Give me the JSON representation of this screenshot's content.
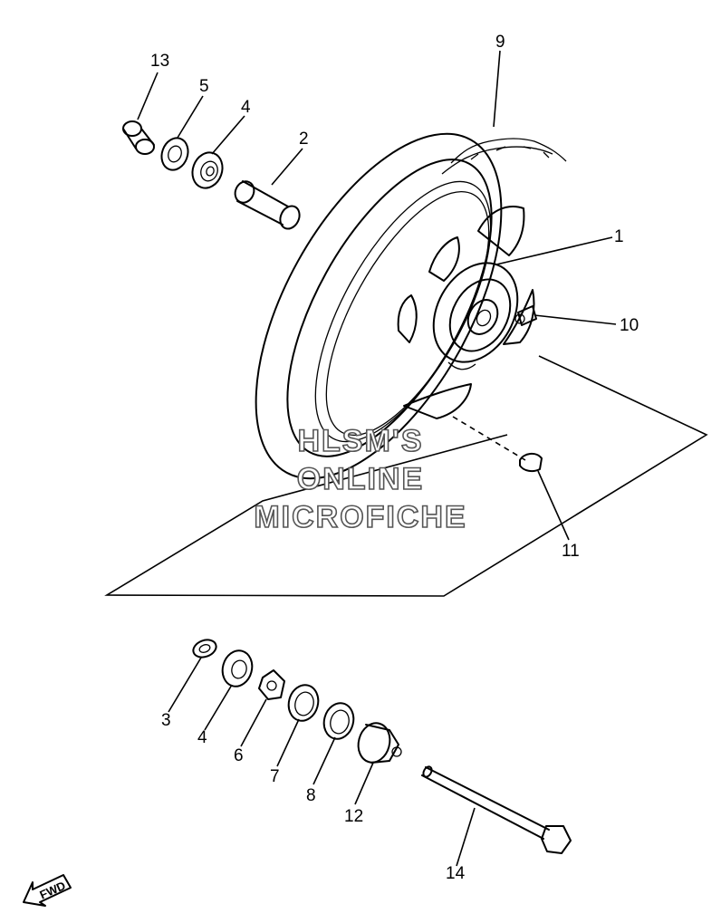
{
  "watermark": {
    "line1": "HLSM'S",
    "line2": "ONLINE",
    "line3": "MICROFICHE"
  },
  "direction_marker": {
    "text": "FWD",
    "icon": "fwd-arrow-icon"
  },
  "callouts": [
    {
      "id": "13",
      "text": "13"
    },
    {
      "id": "5",
      "text": "5"
    },
    {
      "id": "4a",
      "text": "4"
    },
    {
      "id": "2",
      "text": "2"
    },
    {
      "id": "9",
      "text": "9"
    },
    {
      "id": "1",
      "text": "1"
    },
    {
      "id": "10",
      "text": "10"
    },
    {
      "id": "11",
      "text": "11"
    },
    {
      "id": "3",
      "text": "3"
    },
    {
      "id": "4b",
      "text": "4"
    },
    {
      "id": "6",
      "text": "6"
    },
    {
      "id": "7",
      "text": "7"
    },
    {
      "id": "8",
      "text": "8"
    },
    {
      "id": "12",
      "text": "12"
    },
    {
      "id": "14",
      "text": "14"
    }
  ]
}
